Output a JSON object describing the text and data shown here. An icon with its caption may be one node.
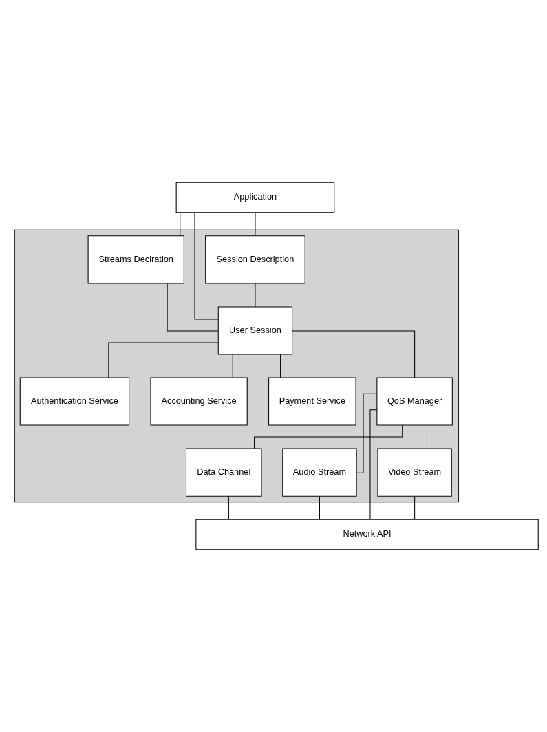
{
  "diagram": {
    "nodes": [
      {
        "text": [
          "Application"
        ]
      },
      {
        "text": [],
        "shape": "box"
      },
      {
        "text": [
          "Session Description"
        ],
        "in": 1
      },
      {
        "text": [
          "Streams Declration"
        ],
        "in": 1
      },
      {
        "text": [
          "User Session"
        ],
        "in": 1
      },
      {
        "text": [
          "Authentication Service"
        ],
        "in": 1
      },
      {
        "text": [
          "Accounting Service"
        ],
        "in": 1
      },
      {
        "text": [
          "Payment Service"
        ],
        "in": 1
      },
      {
        "text": [
          "QoS Manager"
        ],
        "in": 1
      },
      {
        "text": [
          "Data Channel"
        ],
        "in": 1
      },
      {
        "text": [
          "Audio Stream"
        ],
        "in": 1
      },
      {
        "text": [
          "Video Stream"
        ],
        "in": 1
      },
      {
        "text": [
          "Network API"
        ]
      }
    ],
    "edges": [
      {
        "from": 0,
        "to": 2,
        "arrow": "none"
      },
      {
        "from": 0,
        "to": 3,
        "arrow": "none"
      },
      {
        "from": 0,
        "to": 4,
        "arrow": "none"
      },
      {
        "from": 2,
        "to": 4,
        "arrow": "none"
      },
      {
        "from": 3,
        "to": 4,
        "arrow": "none"
      },
      {
        "from": 4,
        "to": 5,
        "arrow": "none"
      },
      {
        "from": 4,
        "to": 6,
        "arrow": "none"
      },
      {
        "from": 4,
        "to": 7,
        "arrow": "none"
      },
      {
        "from": 4,
        "to": 8,
        "arrow": "none"
      },
      {
        "from": 8,
        "to": 9,
        "arrow": "none"
      },
      {
        "from": 8,
        "to": 10,
        "arrow": "none"
      },
      {
        "from": 8,
        "to": 11,
        "arrow": "none"
      },
      {
        "from": 8,
        "to": 12,
        "arrow": "none"
      },
      {
        "from": 9,
        "to": 12,
        "arrow": "none"
      },
      {
        "from": 10,
        "to": 12,
        "arrow": "none"
      },
      {
        "from": 11,
        "to": 12,
        "arrow": "none"
      }
    ]
  }
}
